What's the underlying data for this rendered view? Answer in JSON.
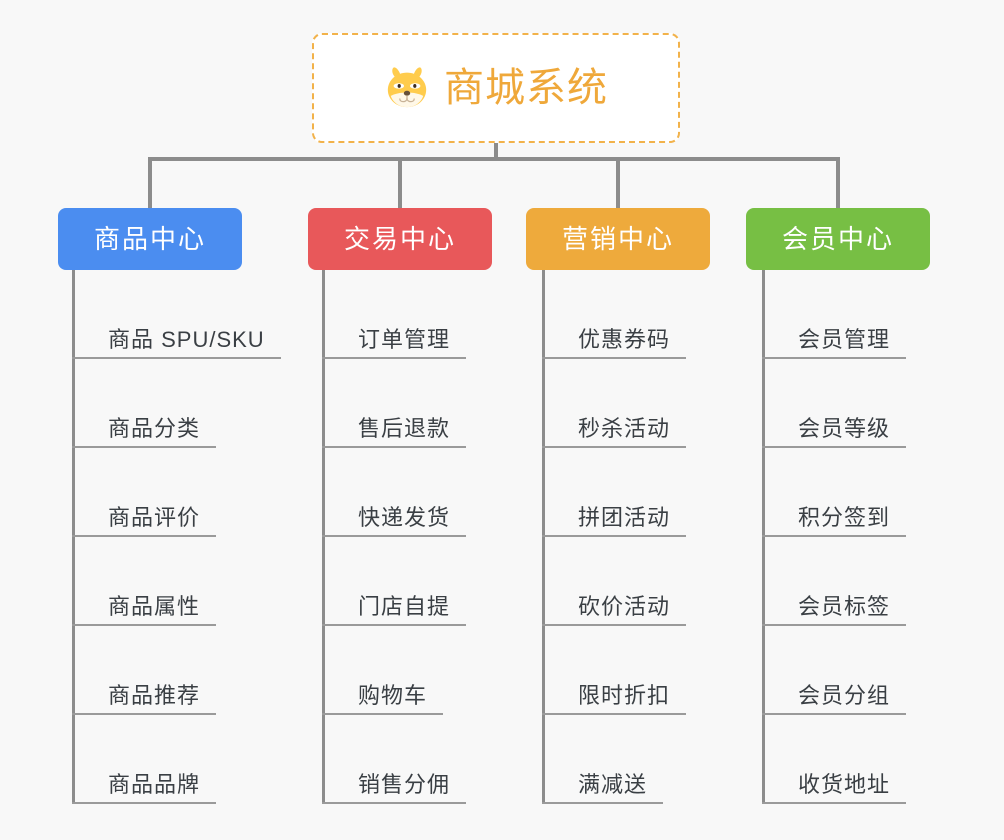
{
  "page": {
    "background_color": "#f8f8f8",
    "line_color": "#8c8c8c",
    "rule_color": "#9a9a9a",
    "leaf_text_color": "#3a3f44"
  },
  "root": {
    "title": "商城系统",
    "icon": "dog-face-emoji",
    "text_color": "#efa83a",
    "border_color": "#f2b24a",
    "background_color": "#ffffff"
  },
  "branches": [
    {
      "label": "商品中心",
      "color": "#4b8df0",
      "items": [
        "商品 SPU/SKU",
        "商品分类",
        "商品评价",
        "商品属性",
        "商品推荐",
        "商品品牌"
      ]
    },
    {
      "label": "交易中心",
      "color": "#e8585a",
      "items": [
        "订单管理",
        "售后退款",
        "快递发货",
        "门店自提",
        "购物车",
        "销售分佣"
      ]
    },
    {
      "label": "营销中心",
      "color": "#eeaa3c",
      "items": [
        "优惠券码",
        "秒杀活动",
        "拼团活动",
        "砍价活动",
        "限时折扣",
        "满减送"
      ]
    },
    {
      "label": "会员中心",
      "color": "#77bf44",
      "items": [
        "会员管理",
        "会员等级",
        "积分签到",
        "会员标签",
        "会员分组",
        "收货地址"
      ]
    }
  ]
}
